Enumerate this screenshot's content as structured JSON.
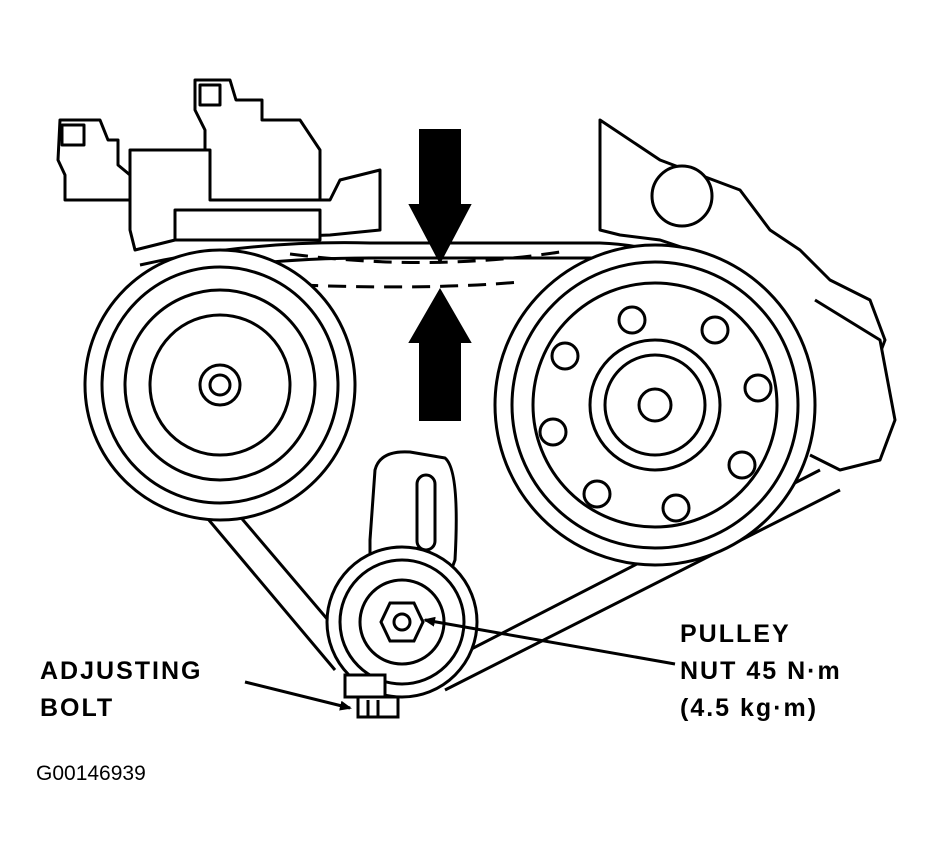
{
  "labels": {
    "pulley_nut_line1": "PULLEY",
    "pulley_nut_line2": "NUT 45 N·m",
    "pulley_nut_line3": "(4.5 kg·m)",
    "adjusting_bolt_line1": "ADJUSTING",
    "adjusting_bolt_line2": "BOLT"
  },
  "figure_id": "G00146939",
  "colors": {
    "ink": "#000000",
    "paper": "#ffffff"
  }
}
